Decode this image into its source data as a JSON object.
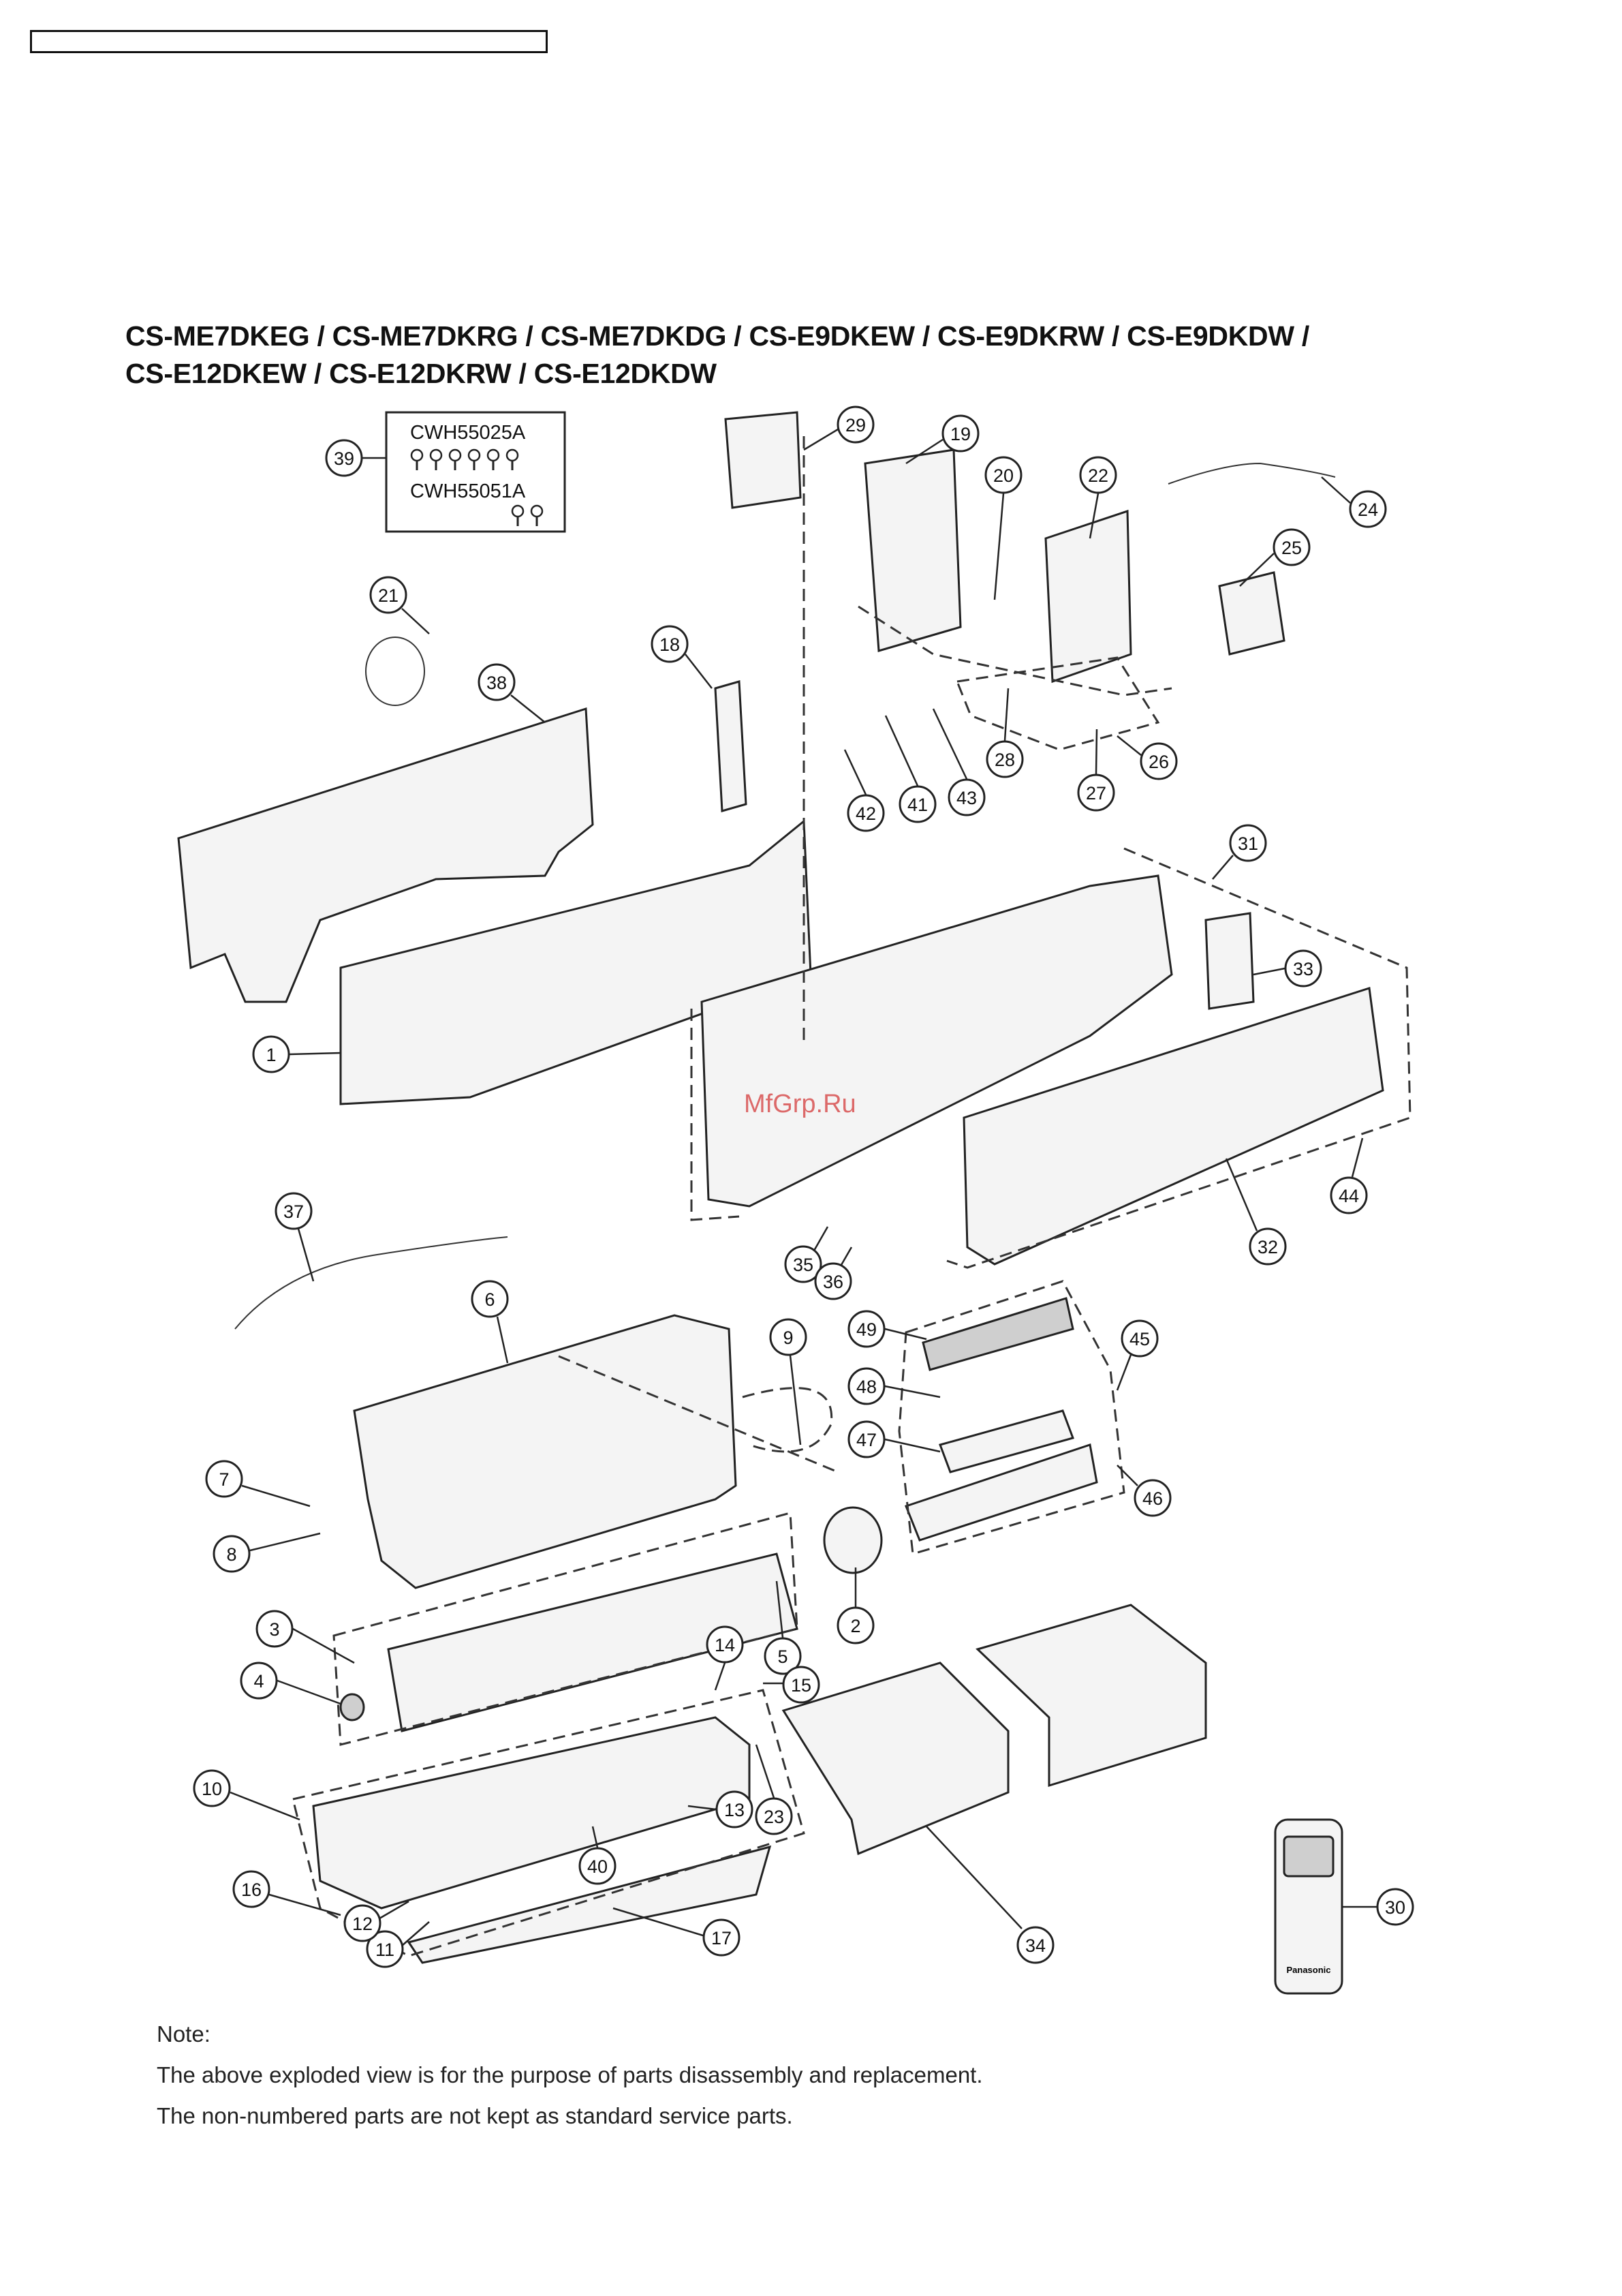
{
  "title_lines": [
    "CS-ME7DKEG / CS-ME7DKRG / CS-ME7DKDG / CS-E9DKEW / CS-E9DKRW / CS-E9DKDW /",
    "CS-E12DKEW / CS-E12DKRW / CS-E12DKDW"
  ],
  "kit_box": {
    "callout": "39",
    "parts": [
      "CWH55025A",
      "CWH55051A"
    ]
  },
  "watermark": "MfGrp.Ru",
  "callouts": [
    "1",
    "2",
    "3",
    "4",
    "5",
    "6",
    "7",
    "8",
    "9",
    "10",
    "11",
    "12",
    "13",
    "14",
    "15",
    "16",
    "17",
    "18",
    "19",
    "20",
    "21",
    "22",
    "23",
    "24",
    "25",
    "26",
    "27",
    "28",
    "29",
    "30",
    "31",
    "32",
    "33",
    "34",
    "35",
    "36",
    "37",
    "38",
    "40",
    "41",
    "42",
    "43",
    "44",
    "45",
    "46",
    "47",
    "48",
    "49"
  ],
  "remote_brand": "Panasonic",
  "note": {
    "heading": "Note:",
    "lines": [
      "The above exploded view is for the purpose of parts disassembly and replacement.",
      "The non-numbered parts are not kept as standard service parts."
    ]
  }
}
